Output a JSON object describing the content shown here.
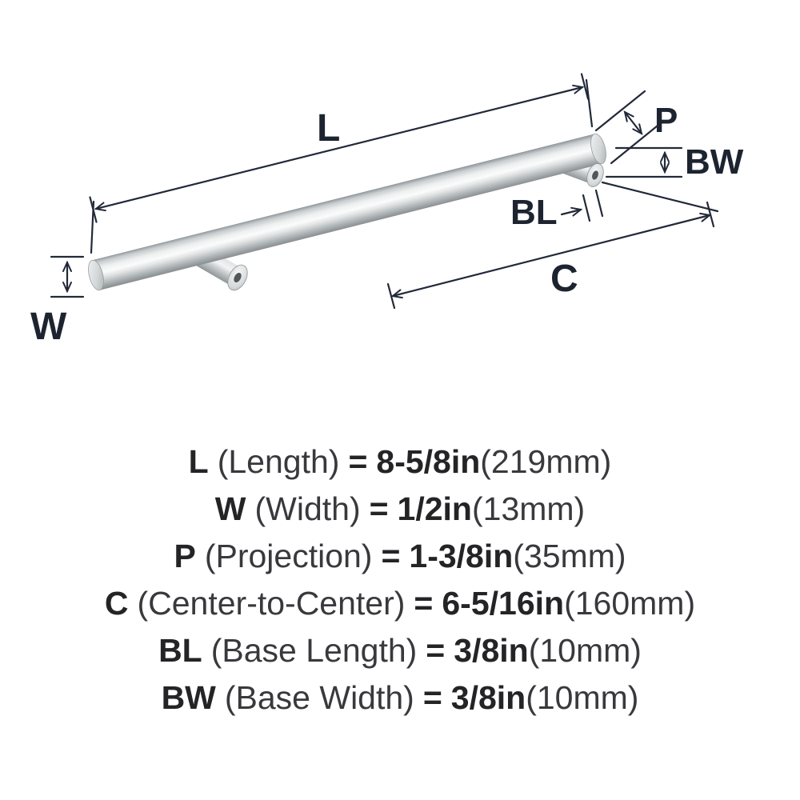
{
  "product": "bar-pull-dimension-diagram",
  "colors": {
    "dimension_line": "#222938",
    "label_text": "#1d2430",
    "spec_text": "#2b2b2e",
    "metal_light": "#fafbfb",
    "metal_dark": "#8a9093"
  },
  "diagram": {
    "dim_labels": {
      "L": "L",
      "P": "P",
      "BW": "BW",
      "BL": "BL",
      "C": "C",
      "W": "W"
    }
  },
  "specs": [
    {
      "abbr": "L",
      "name": "(Length)",
      "eq": "=",
      "imperial": "8-5/8in",
      "metric": "(219mm)"
    },
    {
      "abbr": "W",
      "name": "(Width)",
      "eq": "=",
      "imperial": "1/2in",
      "metric": "(13mm)"
    },
    {
      "abbr": "P",
      "name": "(Projection)",
      "eq": "=",
      "imperial": "1-3/8in",
      "metric": "(35mm)"
    },
    {
      "abbr": "C",
      "name": "(Center-to-Center)",
      "eq": "=",
      "imperial": "6-5/16in",
      "metric": "(160mm)"
    },
    {
      "abbr": "BL",
      "name": "(Base Length)",
      "eq": "=",
      "imperial": "3/8in",
      "metric": "(10mm)"
    },
    {
      "abbr": "BW",
      "name": "(Base Width)",
      "eq": "=",
      "imperial": "3/8in",
      "metric": "(10mm)"
    }
  ]
}
